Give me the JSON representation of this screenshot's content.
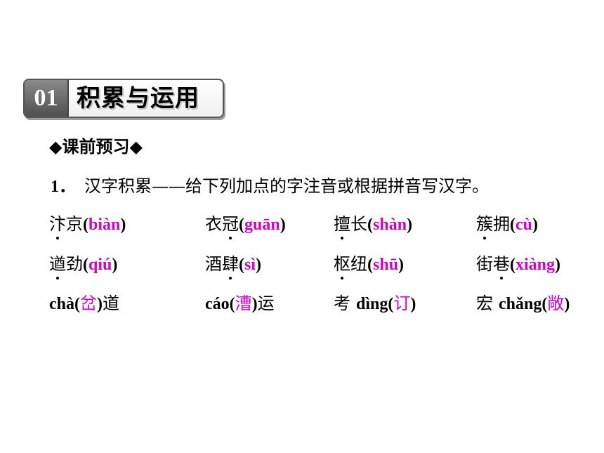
{
  "header": {
    "number": "01",
    "title": "积累与运用"
  },
  "section_heading": "◆课前预习◆",
  "question": {
    "number": "1．",
    "text": "汉字积累——给下列加点的字注音或根据拼音写汉字。"
  },
  "items": {
    "r1c1": {
      "chars": [
        "汴",
        "京"
      ],
      "answer": "biàn"
    },
    "r1c2": {
      "chars": [
        "衣",
        "冠"
      ],
      "answer": "guān"
    },
    "r1c3": {
      "chars": [
        "擅",
        "长"
      ],
      "answer": "shàn"
    },
    "r1c4": {
      "chars": [
        "簇",
        "拥"
      ],
      "answer": "cù"
    },
    "r2c1": {
      "chars": [
        "遒",
        "劲"
      ],
      "answer": "qiú"
    },
    "r2c2": {
      "chars": [
        "酒",
        "肆"
      ],
      "answer": "sì"
    },
    "r2c3": {
      "chars": [
        "枢",
        "纽"
      ],
      "answer": "shū"
    },
    "r2c4": {
      "chars": [
        "街",
        "巷"
      ],
      "answer": "xiàng"
    },
    "r3c1": {
      "pinyin": "chà",
      "answer": "岔",
      "after": "道"
    },
    "r3c2": {
      "pinyin": "cáo",
      "answer": "漕",
      "after": "运"
    },
    "r3c3": {
      "before": "考",
      "pinyin": "dìng",
      "answer": "订"
    },
    "r3c4": {
      "before": "宏",
      "pinyin": "chǎng",
      "answer": "敞"
    }
  },
  "colors": {
    "answer": "#d400c6",
    "badge_bg": "#5a5a5a"
  }
}
